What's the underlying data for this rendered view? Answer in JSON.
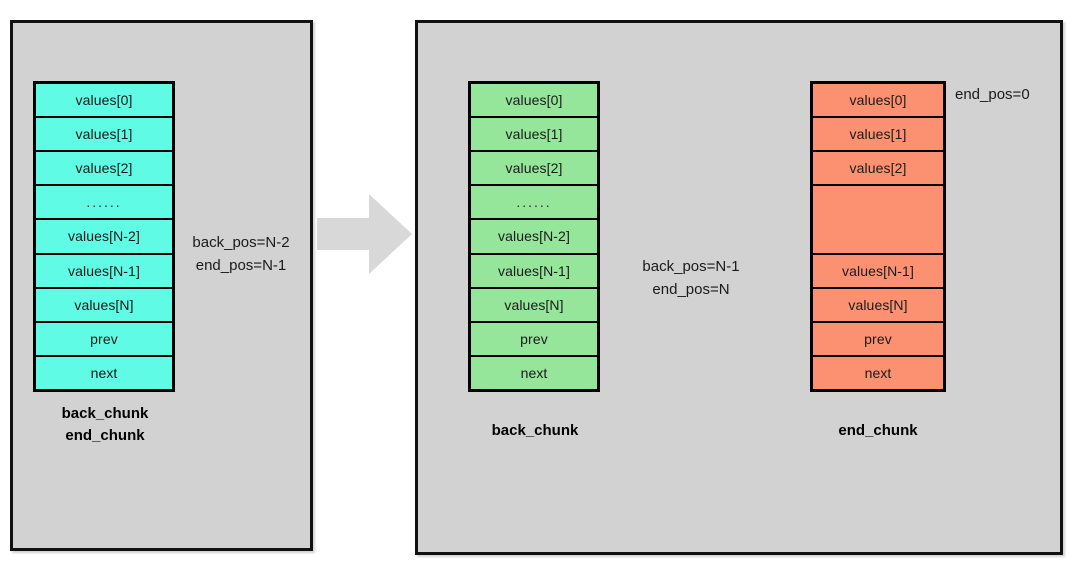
{
  "diagram": {
    "title": "chunk deque back_pos / end_pos transition",
    "colors": {
      "panel_bg": "#d2d2d2",
      "panel_border": "#111111",
      "cyan": "#5ffbe4",
      "green": "#95e59b",
      "orange": "#fb9171",
      "arrow": "#d8d8d8",
      "text": "#1a1a1a"
    },
    "arrow_icon": "right-arrow-icon"
  },
  "before": {
    "chunk": {
      "name": "back_chunk-end_chunk",
      "color": "#5ffbe4",
      "cells": [
        "values[0]",
        "values[1]",
        "values[2]",
        "......",
        "values[N-2]",
        "values[N-1]",
        "values[N]",
        "prev",
        "next"
      ]
    },
    "note": "back_pos=N-2\nend_pos=N-1",
    "note_lines": [
      "back_pos=N-2",
      "end_pos=N-1"
    ],
    "label_lines": [
      "back_chunk",
      "end_chunk"
    ]
  },
  "after": {
    "back_chunk": {
      "name": "back_chunk",
      "color": "#95e59b",
      "cells": [
        "values[0]",
        "values[1]",
        "values[2]",
        "......",
        "values[N-2]",
        "values[N-1]",
        "values[N]",
        "prev",
        "next"
      ],
      "note_lines": [
        "back_pos=N-1",
        "end_pos=N"
      ],
      "label": "back_chunk"
    },
    "end_chunk": {
      "name": "end_chunk",
      "color": "#fb9171",
      "cells": [
        "values[0]",
        "values[1]",
        "values[2]",
        "",
        "values[N-1]",
        "values[N]",
        "prev",
        "next"
      ],
      "note": "end_pos=0",
      "label": "end_chunk"
    }
  }
}
